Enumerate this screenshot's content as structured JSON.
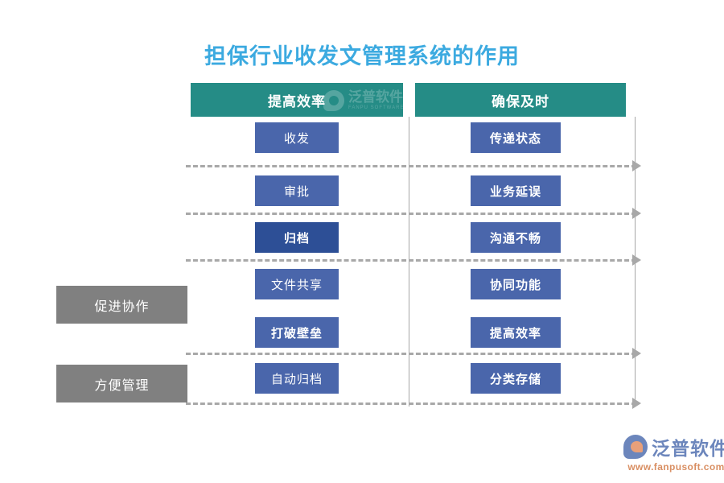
{
  "title": "担保行业收发文管理系统的作用",
  "colors": {
    "title": "#3caae0",
    "header": "#258c86",
    "item": "#4a66ab",
    "item_dark": "#2d4f96",
    "category": "#808080",
    "connector": "#a8a8a8",
    "brand_blue": "#6c86bc",
    "brand_orange": "#d98f63"
  },
  "columns": [
    {
      "label": "提高效率"
    },
    {
      "label": "确保及时"
    }
  ],
  "categories": [
    {
      "label": "促进协作"
    },
    {
      "label": "方便管理"
    }
  ],
  "rows": [
    {
      "left": "收发",
      "right": "传递状态",
      "left_style": "normal",
      "right_style": "bold"
    },
    {
      "left": "审批",
      "right": "业务延误",
      "left_style": "normal",
      "right_style": "bold"
    },
    {
      "left": "归档",
      "right": "沟通不畅",
      "left_style": "dark",
      "right_style": "bold"
    },
    {
      "left": "文件共享",
      "right": "协同功能",
      "left_style": "normal",
      "right_style": "bold"
    },
    {
      "left": "打破壁垒",
      "right": "提高效率",
      "left_style": "bold",
      "right_style": "bold"
    },
    {
      "left": "自动归档",
      "right": "分类存储",
      "left_style": "normal",
      "right_style": "bold"
    }
  ],
  "watermark": {
    "cn": "泛普软件",
    "en": "FANPU SOFTWARE"
  },
  "brand": {
    "cn": "泛普软件",
    "url": "www.fanpusoft.com"
  }
}
